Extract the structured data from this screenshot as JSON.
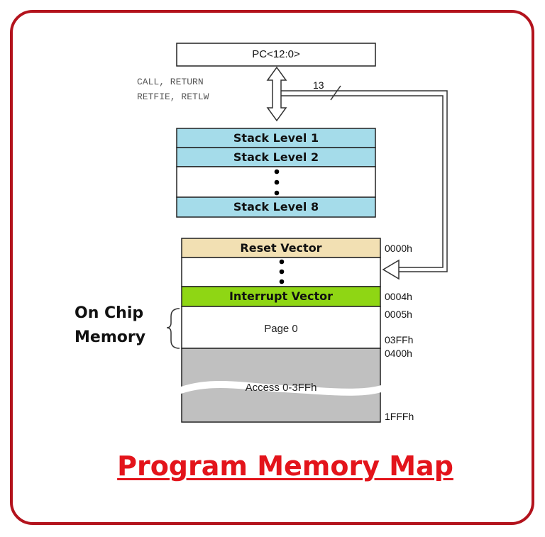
{
  "colors": {
    "frame": "#b3131d",
    "title": "#e3141b",
    "stack": "#a5dcea",
    "reset": "#f2e0b3",
    "interrupt": "#8fd614",
    "access": "#c0c0c0",
    "outline": "#222222"
  },
  "pc": {
    "label": "PC<12:0>"
  },
  "instructions": {
    "line1": "CALL, RETURN",
    "line2": "RETFIE, RETLW"
  },
  "bus": {
    "width": "13"
  },
  "stack": {
    "level1": "Stack Level 1",
    "level2": "Stack Level 2",
    "level8": "Stack Level 8"
  },
  "memory": {
    "reset_vector": "Reset Vector",
    "interrupt_vector": "Interrupt Vector",
    "page0": "Page 0",
    "access": "Access 0-3FFh",
    "addresses": {
      "a0000": "0000h",
      "a0004": "0004h",
      "a0005": "0005h",
      "a03FF": "03FFh",
      "a0400": "0400h",
      "a1FFF": "1FFFh"
    }
  },
  "on_chip": {
    "line1": "On Chip",
    "line2": "Memory"
  },
  "title": "Program Memory Map",
  "icons": {
    "bidirectional": "double-arrow-icon",
    "bus_arrow": "arrow-left-icon",
    "brace": "curly-brace-icon"
  }
}
